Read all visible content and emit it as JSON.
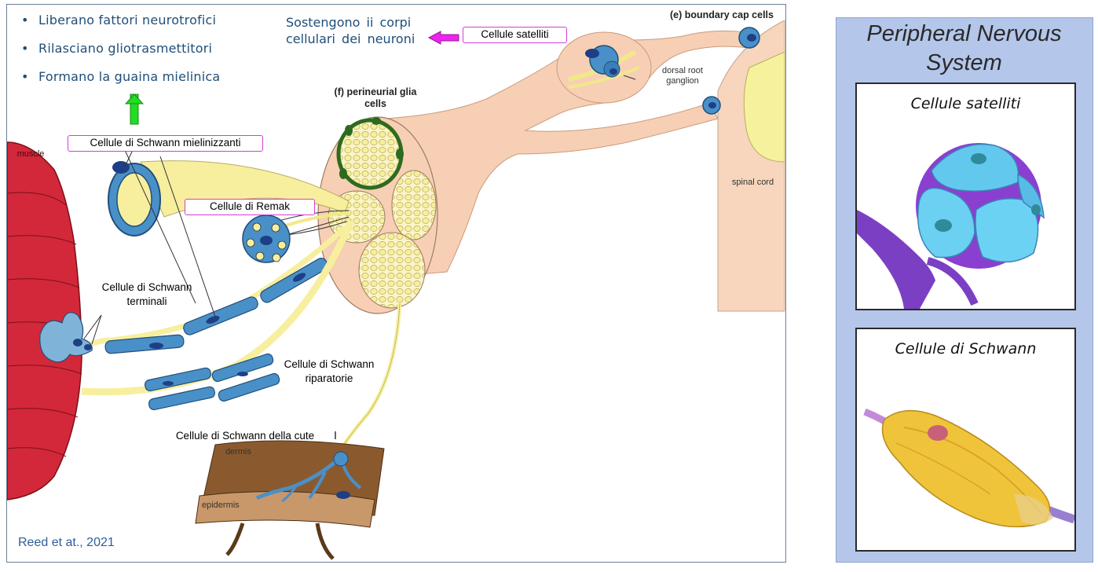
{
  "bullets": [
    "Liberano fattori neurotrofici",
    "Rilasciano gliotrasmettitori",
    "Formano la guaina mielinica"
  ],
  "bullet_symbol": "•",
  "support_text": "Sostengono ii corpi cellulari dei neuroni",
  "boxed_labels": {
    "satellite": "Cellule satelliti",
    "myelinating": "Cellule di Schwann mielinizzanti",
    "remak": "Cellule di Remak"
  },
  "labels": {
    "terminal": "Cellule di Schwann terminali",
    "repair": "Cellule di Schwann riparatorie",
    "skin": "Cellule di Schwann della cute",
    "skin_mark": "l"
  },
  "diagram_text": {
    "muscle": "muscle",
    "perineurial": "(f) perineurial glia cells",
    "boundary": "(e) boundary cap cells",
    "drg": "dorsal root ganglion",
    "spinal": "spinal cord",
    "dermis": "dermis",
    "epidermis": "epidermis"
  },
  "citation": "Reed et at., 2021",
  "side_panel": {
    "title": "Peripheral Nervous System",
    "cards": [
      {
        "title": "Cellule satelliti",
        "icon": "satellite-cell-illustration"
      },
      {
        "title": "Cellule di Schwann",
        "icon": "schwann-cell-illustration"
      }
    ]
  },
  "colors": {
    "text_blue": "#1f4e79",
    "label_border": "#d63bd6",
    "green_arrow": "#22dd22",
    "magenta_arrow": "#ee22ee",
    "nerve_pink": "#f7cfb4",
    "axon_yellow": "#f7ef9e",
    "schwann_blue": "#4a90c8",
    "muscle_red": "#d3283a",
    "side_panel_bg": "#b4c6ea"
  }
}
